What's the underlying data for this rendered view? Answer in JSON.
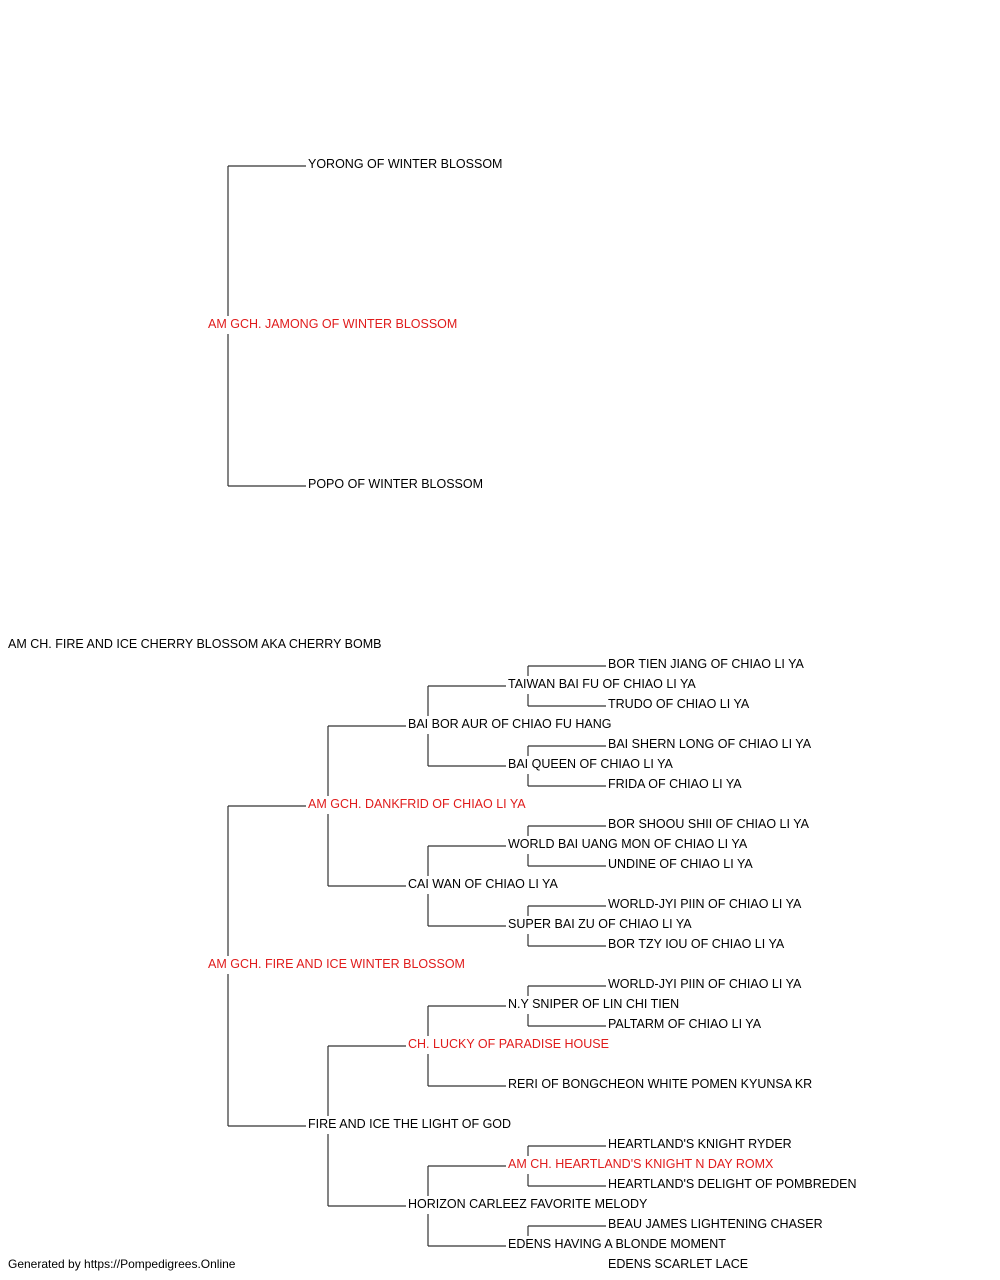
{
  "colors": {
    "champion": "#e01b1b",
    "normal": "#000000",
    "line": "#333333"
  },
  "subject": {
    "name": "AM CH. FIRE AND ICE CHERRY BLOSSOM AKA CHERRY BOMB"
  },
  "sire": {
    "name": "AM GCH. JAMONG OF WINTER BLOSSOM",
    "champion": true,
    "sire": {
      "name": "YORONG OF WINTER BLOSSOM"
    },
    "dam": {
      "name": "POPO OF WINTER BLOSSOM"
    }
  },
  "dam": {
    "name": "AM GCH. FIRE AND ICE WINTER BLOSSOM",
    "champion": true,
    "sire": {
      "name": "AM GCH. DANKFRID OF CHIAO LI YA",
      "champion": true,
      "sire": {
        "name": "BAI BOR AUR OF CHIAO FU HANG",
        "sire": {
          "name": "TAIWAN BAI FU OF CHIAO LI YA",
          "sire": {
            "name": "BOR TIEN JIANG OF CHIAO LI YA"
          },
          "dam": {
            "name": "TRUDO OF CHIAO LI YA"
          }
        },
        "dam": {
          "name": "BAI QUEEN OF CHIAO LI YA",
          "sire": {
            "name": "BAI SHERN LONG OF CHIAO LI YA"
          },
          "dam": {
            "name": "FRIDA OF CHIAO LI YA"
          }
        }
      },
      "dam": {
        "name": "CAI WAN OF CHIAO LI YA",
        "sire": {
          "name": "WORLD BAI UANG MON OF CHIAO LI YA",
          "sire": {
            "name": "BOR SHOOU SHII OF CHIAO LI YA"
          },
          "dam": {
            "name": "UNDINE OF CHIAO LI YA"
          }
        },
        "dam": {
          "name": "SUPER BAI ZU OF CHIAO LI YA",
          "sire": {
            "name": "WORLD-JYI PIIN OF CHIAO LI YA"
          },
          "dam": {
            "name": "BOR TZY IOU OF CHIAO LI YA"
          }
        }
      }
    },
    "dam": {
      "name": "FIRE AND ICE THE LIGHT OF GOD",
      "sire": {
        "name": "CH. LUCKY OF PARADISE HOUSE",
        "champion": true,
        "sire": {
          "name": "N.Y SNIPER OF LIN CHI TIEN",
          "sire": {
            "name": "WORLD-JYI PIIN OF CHIAO LI YA"
          },
          "dam": {
            "name": "PALTARM OF CHIAO LI YA"
          }
        },
        "dam": {
          "name": "RERI OF BONGCHEON WHITE POMEN KYUNSA KR"
        }
      },
      "dam": {
        "name": "HORIZON CARLEEZ FAVORITE MELODY",
        "sire": {
          "name": "AM CH. HEARTLAND'S KNIGHT N DAY ROMX",
          "champion": true,
          "sire": {
            "name": "HEARTLAND'S KNIGHT RYDER"
          },
          "dam": {
            "name": "HEARTLAND'S DELIGHT OF POMBREDEN"
          }
        },
        "dam": {
          "name": "EDENS HAVING A BLONDE MOMENT",
          "sire": {
            "name": "BEAU JAMES LIGHTENING CHASER"
          },
          "dam": {
            "name": "EDENS SCARLET LACE"
          }
        }
      }
    }
  },
  "footer": {
    "text": "Generated by https://Pompedigrees.Online"
  }
}
